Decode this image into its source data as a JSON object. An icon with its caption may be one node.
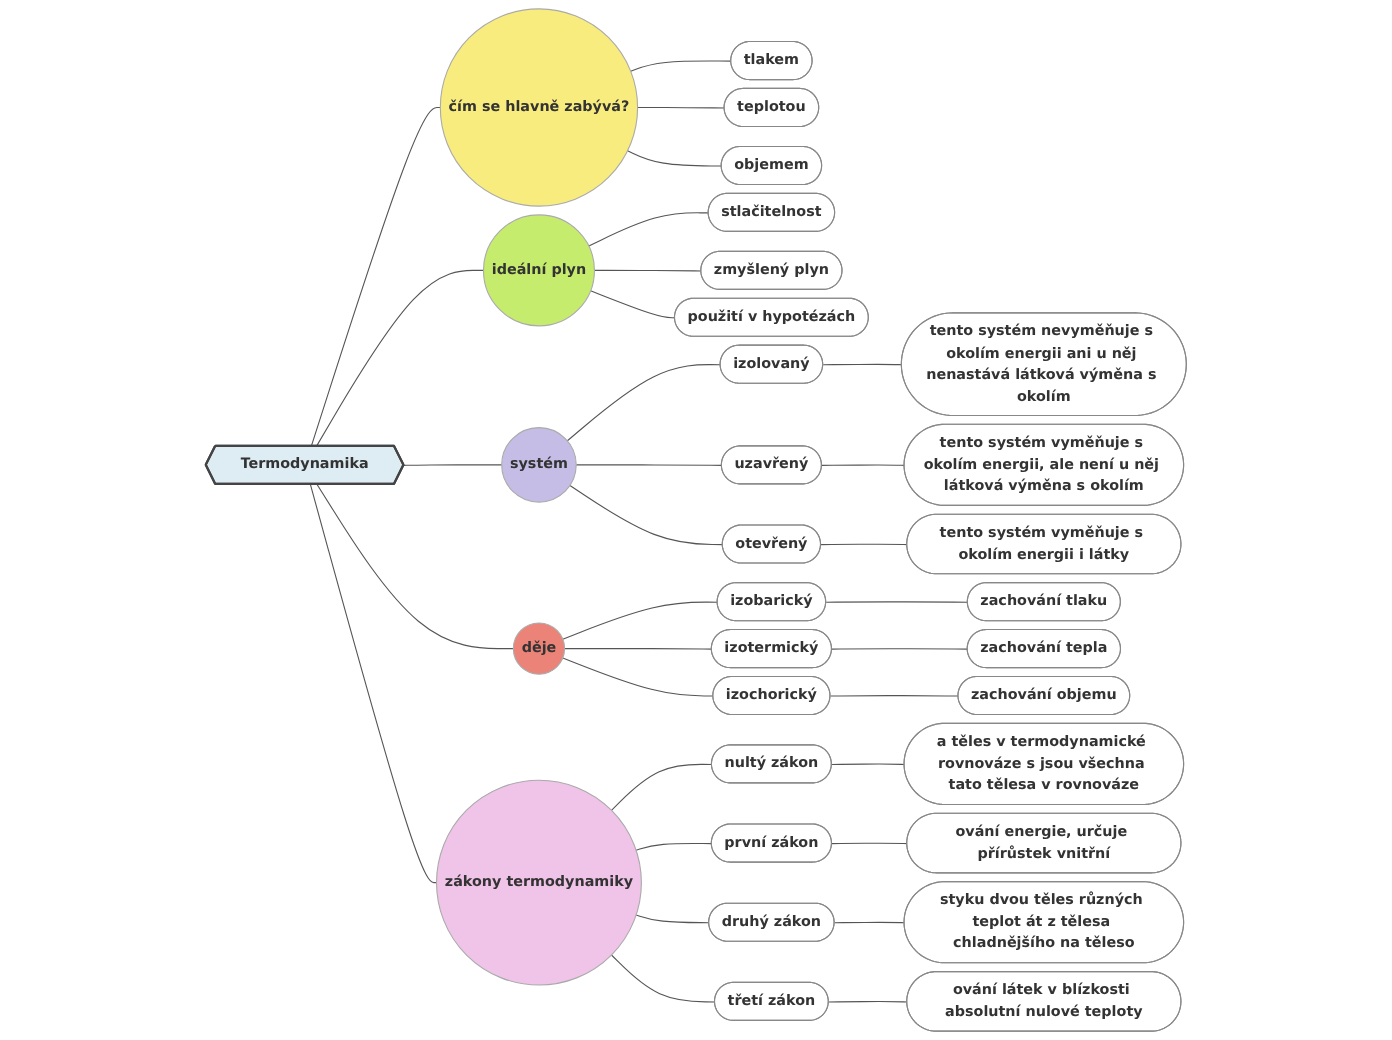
{
  "diagram": {
    "nodes": [
      {
        "text": [
          "Termodynamika"
        ]
      },
      {
        "text": [
          "čím se hlavně zabývá?"
        ]
      },
      {
        "text": [
          "tlakem"
        ]
      },
      {
        "text": [
          "teplotou"
        ]
      },
      {
        "text": [
          "objemem"
        ]
      },
      {
        "text": [
          "ideální plyn"
        ]
      },
      {
        "text": [
          "stlačitelnost"
        ]
      },
      {
        "text": [
          "zmyšlený plyn"
        ]
      },
      {
        "text": [
          "použití v hypotézách"
        ]
      },
      {
        "text": [
          "systém"
        ]
      },
      {
        "text": [
          "izolovaný"
        ]
      },
      {
        "text": [
          "tento systém nevyměňuje s okolím energii ani u něj nenastává látková výměna s okolím"
        ]
      },
      {
        "text": [
          "uzavřený"
        ]
      },
      {
        "text": [
          "tento systém vyměňuje s okolím energii, ale není u něj látková výměna s okolím"
        ]
      },
      {
        "text": [
          "otevřený"
        ]
      },
      {
        "text": [
          "tento systém vyměňuje s okolím energii i látky"
        ]
      },
      {
        "text": [
          "děje"
        ]
      },
      {
        "text": [
          "izobarický"
        ]
      },
      {
        "text": [
          "zachování tlaku"
        ]
      },
      {
        "text": [
          "izotermický"
        ]
      },
      {
        "text": [
          "zachování tepla"
        ]
      },
      {
        "text": [
          "izochorický"
        ]
      },
      {
        "text": [
          "zachování objemu"
        ]
      },
      {
        "text": [
          "zákony termodynamiky"
        ]
      },
      {
        "text": [
          "nultý zákon"
        ]
      },
      {
        "text": [
          "a těles v termodynamické rovnováze s jsou všechna tato tělesa v rovnováze"
        ]
      },
      {
        "text": [
          "první zákon"
        ]
      },
      {
        "text": [
          "ování energie, určuje přírůstek vnitřní"
        ]
      },
      {
        "text": [
          "druhý zákon"
        ]
      },
      {
        "text": [
          "styku dvou těles různých teplot át z tělesa chladnějšího na těleso"
        ]
      },
      {
        "text": [
          "třetí zákon"
        ]
      },
      {
        "text": [
          "ování látek v blízkosti absolutní nulové teploty"
        ]
      }
    ],
    "edges": [
      {
        "from": 0,
        "to": 1,
        "arrow": "none"
      },
      {
        "from": 1,
        "to": 2,
        "arrow": "none"
      },
      {
        "from": 1,
        "to": 3,
        "arrow": "none"
      },
      {
        "from": 1,
        "to": 4,
        "arrow": "none"
      },
      {
        "from": 0,
        "to": 5,
        "arrow": "none"
      },
      {
        "from": 5,
        "to": 6,
        "arrow": "none"
      },
      {
        "from": 5,
        "to": 7,
        "arrow": "none"
      },
      {
        "from": 5,
        "to": 8,
        "arrow": "none"
      },
      {
        "from": 0,
        "to": 9,
        "arrow": "none"
      },
      {
        "from": 9,
        "to": 10,
        "arrow": "none"
      },
      {
        "from": 10,
        "to": 11,
        "arrow": "none"
      },
      {
        "from": 9,
        "to": 12,
        "arrow": "none"
      },
      {
        "from": 12,
        "to": 13,
        "arrow": "none"
      },
      {
        "from": 9,
        "to": 14,
        "arrow": "none"
      },
      {
        "from": 14,
        "to": 15,
        "arrow": "none"
      },
      {
        "from": 0,
        "to": 16,
        "arrow": "none"
      },
      {
        "from": 16,
        "to": 17,
        "arrow": "none"
      },
      {
        "from": 17,
        "to": 18,
        "arrow": "none"
      },
      {
        "from": 16,
        "to": 19,
        "arrow": "none"
      },
      {
        "from": 19,
        "to": 20,
        "arrow": "none"
      },
      {
        "from": 16,
        "to": 21,
        "arrow": "none"
      },
      {
        "from": 21,
        "to": 22,
        "arrow": "none"
      },
      {
        "from": 0,
        "to": 23,
        "arrow": "none"
      },
      {
        "from": 23,
        "to": 24,
        "arrow": "none"
      },
      {
        "from": 24,
        "to": 25,
        "arrow": "none"
      },
      {
        "from": 23,
        "to": 26,
        "arrow": "none"
      },
      {
        "from": 26,
        "to": 27,
        "arrow": "none"
      },
      {
        "from": 23,
        "to": 28,
        "arrow": "none"
      },
      {
        "from": 28,
        "to": 29,
        "arrow": "none"
      },
      {
        "from": 23,
        "to": 30,
        "arrow": "none"
      },
      {
        "from": 30,
        "to": 31,
        "arrow": "none"
      }
    ]
  }
}
